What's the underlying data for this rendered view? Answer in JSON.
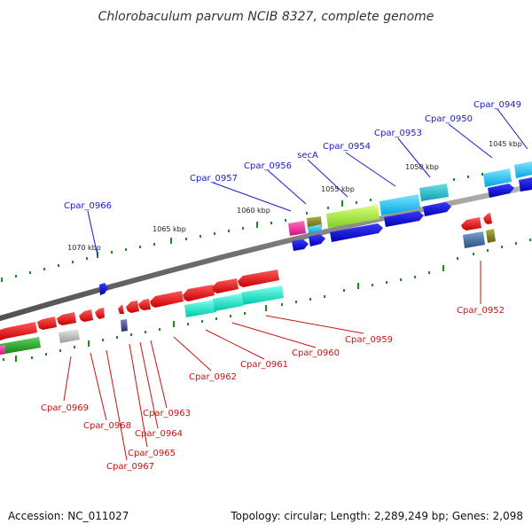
{
  "title": "Chlorobaculum parvum NCIB 8327, complete genome",
  "footer": {
    "accession": "Accession: NC_011027",
    "summary": "Topology: circular; Length: 2,289,249 bp; Genes: 2,098"
  },
  "scale_labels": [
    "1070 kbp",
    "1065 kbp",
    "1060 kbp",
    "1055 kbp",
    "1050 kbp",
    "1045 kbp"
  ],
  "forward_gene_labels": [
    "Cpar_0966",
    "Cpar_0957",
    "Cpar_0956",
    "secA",
    "Cpar_0954",
    "Cpar_0953",
    "Cpar_0950",
    "Cpar_0949"
  ],
  "reverse_gene_labels": [
    "Cpar_0952",
    "Cpar_0959",
    "Cpar_0960",
    "Cpar_0961",
    "Cpar_0962",
    "Cpar_0963",
    "Cpar_0964",
    "Cpar_0965",
    "Cpar_0967",
    "Cpar_0968",
    "Cpar_0969"
  ],
  "colors": {
    "backbone": "#7a7a7a",
    "forward_label": "#1a1acc",
    "reverse_label": "#cc1111",
    "tick": "#1f8a1f"
  }
}
